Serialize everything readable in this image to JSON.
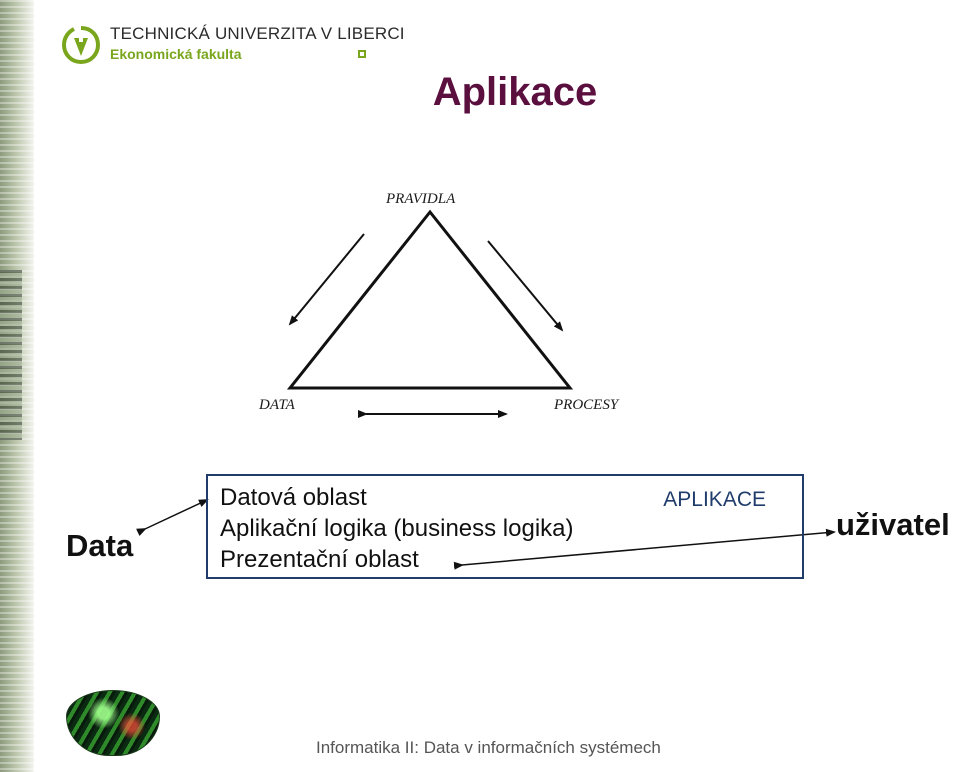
{
  "header": {
    "university": "TECHNICKÁ UNIVERZITA V LIBERCI",
    "faculty": "Ekonomická fakulta",
    "logo_icon": "tul-logo-icon",
    "brand_green": "#7aa61e"
  },
  "title": "Aplikace",
  "title_color": "#5a0f3f",
  "triangle": {
    "top_label": "PRAVIDLA",
    "left_label": "DATA",
    "right_label": "PROCESY"
  },
  "box": {
    "lines": [
      "Datová oblast",
      "Aplikační logika (business logika)",
      "Prezentační oblast"
    ],
    "tag": "APLIKACE",
    "border_color": "#1f3c6b"
  },
  "left_word": "Data",
  "right_word": "uživatel",
  "footer": "Informatika II: Data v informačních systémech"
}
